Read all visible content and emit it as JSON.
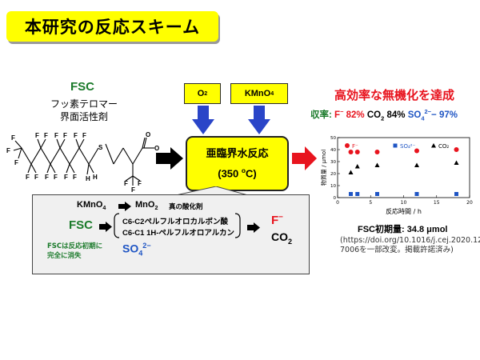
{
  "title": "本研究の反応スキーム",
  "fsc": {
    "label": "FSC",
    "name_line1": "フッ素テロマー",
    "name_line2": "界面活性剤"
  },
  "reagents": {
    "o2": {
      "main": "O",
      "sub": "2"
    },
    "kmno4": {
      "main": "KMnO",
      "sub": "4"
    }
  },
  "reactor": {
    "line1": "亜臨界水反応",
    "temp_prefix": "(350 ",
    "temp_sup": "o",
    "temp_suffix": "C)"
  },
  "detail": {
    "kmno4": "KMnO",
    "kmno4_sub": "4",
    "mno2": "MnO",
    "mno2_sub": "2",
    "oxidant_note": "真の酸化剤",
    "fsc": "FSC",
    "intermediate1": "C6-C2ペルフルオロカルボン酸",
    "intermediate2": "C6-C1 1H-ペルフルオロアルカン",
    "note_line1": "FSCは反応初期に",
    "note_line2": "完全に消失",
    "so4": "SO",
    "so4_sub": "4",
    "so4_sup": "2−",
    "f_product": "F",
    "f_product_sup": "−",
    "co2": "CO",
    "co2_sub": "2"
  },
  "results": {
    "title": "高効率な無機化を達成",
    "yield_prefix": "収率: ",
    "f_label": "F",
    "f_sup": "−",
    "f_value": "82%",
    "co2_label": "CO",
    "co2_sub": "2",
    "co2_value": "84%",
    "so4_label": "SO",
    "so4_sub": "4",
    "so4_sup": "2−",
    "so4_value": "97%",
    "initial_amount": "FSC初期量: 34.8 μmol",
    "citation_line1": "(https://doi.org/10.1016/j.cej.2020.12",
    "citation_line2": "7006を一部改変。掲載許諾済み)"
  },
  "colors": {
    "title_bg": "#ffff00",
    "fsc_green": "#1a7a2a",
    "red": "#e8141e",
    "blue": "#1f55c4",
    "dark_blue_arrow": "#2a45c8",
    "box_gray": "#f0f0f0"
  },
  "chart_data": {
    "type": "scatter",
    "xlabel": "反応時間 / h",
    "ylabel": "物質量 / μmol",
    "xlim": [
      0,
      20
    ],
    "ylim": [
      0,
      50
    ],
    "x_ticks": [
      0,
      5,
      10,
      15,
      20
    ],
    "y_ticks": [
      0,
      10,
      20,
      30,
      40,
      50
    ],
    "legend": {
      "placement": "top",
      "entries": [
        "F⁻",
        "SO₄²⁻",
        "CO₂"
      ]
    },
    "series": [
      {
        "name": "F⁻",
        "marker": "circle",
        "color": "#e8141e",
        "x": [
          2,
          3,
          6,
          12,
          18
        ],
        "y": [
          38,
          38,
          38,
          39,
          40
        ]
      },
      {
        "name": "CO₂",
        "marker": "triangle",
        "color": "#000000",
        "x": [
          2,
          3,
          6,
          12,
          18
        ],
        "y": [
          21,
          26,
          27,
          27,
          29
        ]
      },
      {
        "name": "SO₄²⁻",
        "marker": "square",
        "color": "#1f55c4",
        "x": [
          2,
          3,
          6,
          12,
          18
        ],
        "y": [
          3,
          3,
          3,
          3,
          3
        ]
      }
    ]
  }
}
